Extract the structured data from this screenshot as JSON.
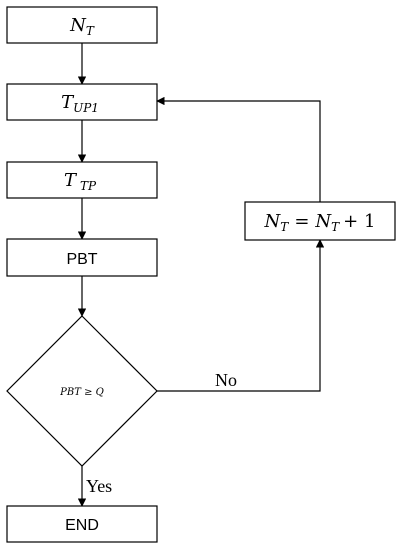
{
  "nodes": {
    "nt": {
      "main": "N",
      "sub": "T"
    },
    "tup1": {
      "main": "T",
      "sub": "UP1"
    },
    "ttp": {
      "main": "T",
      "sub": "TP"
    },
    "pbt": {
      "text": "PBT"
    },
    "decision": {
      "text": "PBT ≥ Q"
    },
    "end": {
      "text": "END"
    },
    "increment": {
      "lhs_main": "N",
      "lhs_sub": "T",
      "eq": "=",
      "rhs_main": "N",
      "rhs_sub": "T",
      "rhs_tail": "+ 1"
    }
  },
  "edges": {
    "no_label": "No",
    "yes_label": "Yes"
  }
}
